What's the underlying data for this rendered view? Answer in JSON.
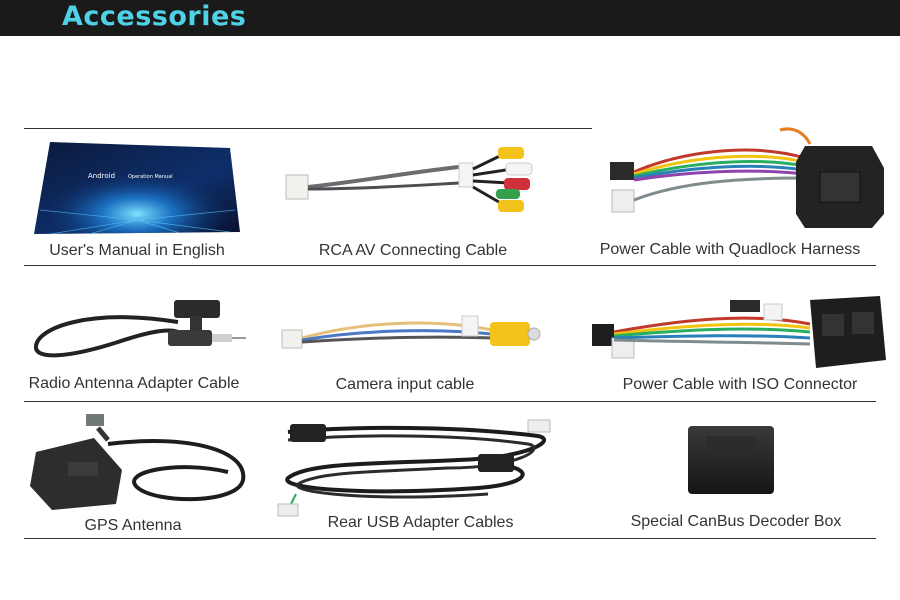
{
  "header": {
    "title": "Accessories"
  },
  "manual": {
    "cover_title": "Android",
    "cover_subtitle": "Operation Manual"
  },
  "items": [
    {
      "id": "users-manual",
      "caption": "User's Manual in English"
    },
    {
      "id": "rca-av-cable",
      "caption": "RCA AV Connecting Cable"
    },
    {
      "id": "quadlock-power-cable",
      "caption": "Power Cable with Quadlock Harness"
    },
    {
      "id": "radio-antenna-adapter",
      "caption": "Radio Antenna Adapter Cable"
    },
    {
      "id": "camera-input-cable",
      "caption": "Camera input cable"
    },
    {
      "id": "iso-power-cable",
      "caption": "Power Cable with ISO Connector"
    },
    {
      "id": "gps-antenna",
      "caption": "GPS Antenna"
    },
    {
      "id": "rear-usb-cables",
      "caption": "Rear USB Adapter Cables"
    },
    {
      "id": "canbus-decoder-box",
      "caption": "Special CanBus Decoder Box"
    }
  ]
}
